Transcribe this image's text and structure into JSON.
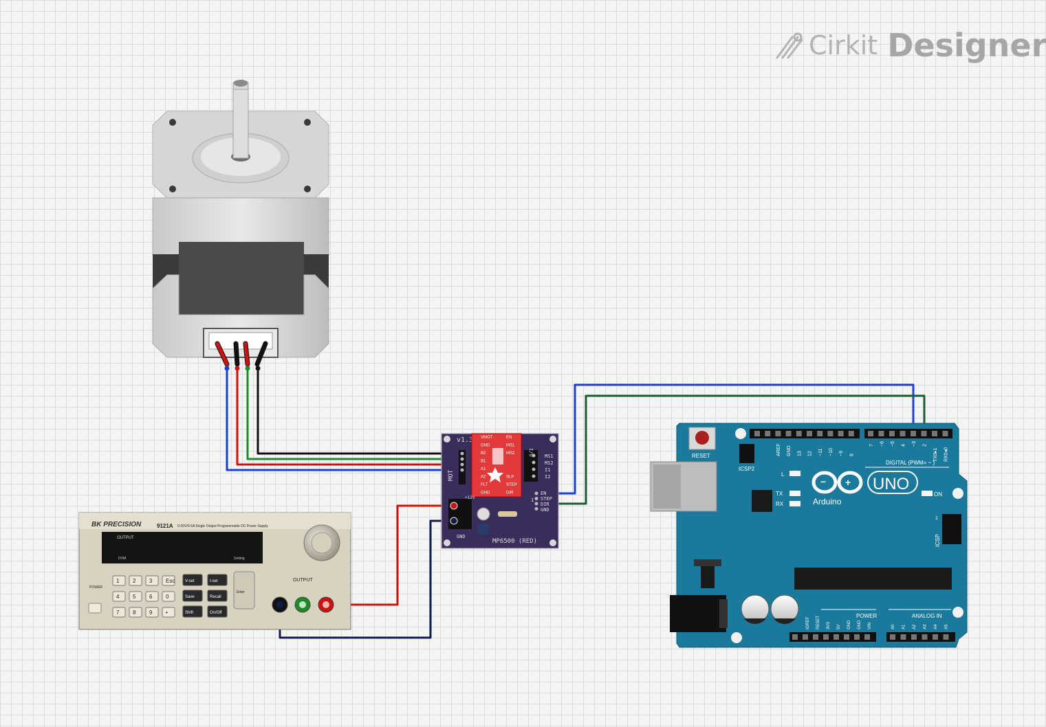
{
  "brand": {
    "name_light": "Cirkit",
    "name_bold": "Designer"
  },
  "driver": {
    "label": "MP6500 (RED)",
    "version": "v1.3",
    "mot": "MOT",
    "gnd": "GND",
    "io": "I/O",
    "dir_num": "1",
    "chip_pins_left": [
      "VMOT",
      "GND",
      "B2",
      "B1",
      "A1",
      "A2",
      "FLT",
      "GND"
    ],
    "chip_pins_right": [
      "EN",
      "MS1",
      "MS2",
      "",
      "",
      "SLP",
      "STEP",
      "DIR"
    ],
    "side_pins": [
      "MS1",
      "MS2",
      "I1",
      "I2"
    ],
    "ctrl_pins": [
      "EN",
      "STEP",
      "DIR",
      "GND"
    ],
    "power_pin": "+12V"
  },
  "psu": {
    "brand": "BK PRECISION",
    "model": "9121A",
    "desc": "0-20V/0-5A  Single  Output  Programmable  DC  Power  Supply",
    "output_label": "OUTPUT",
    "dvm": "DVM",
    "setting": "Setting",
    "output_jacks_label": "OUTPUT",
    "power_label": "POWER",
    "keys_num": [
      "1",
      "2",
      "3",
      "Esc",
      "4",
      "5",
      "6",
      "0",
      "7",
      "8",
      "9",
      "•"
    ],
    "keys_fn": [
      "V-set",
      "I-set",
      "Save",
      "Recall",
      "Shift",
      "On/Off"
    ],
    "enter": "Enter"
  },
  "arduino": {
    "reset": "RESET",
    "icsp2": "ICSP2",
    "icsp": "ICSP",
    "l": "L",
    "tx": "TX",
    "rx": "RX",
    "on": "ON",
    "brand": "Arduino",
    "uno": "UNO",
    "digital": "DIGITAL (PWM= ~ )",
    "top_pins_left": [
      "AREF",
      "GND",
      "13",
      "12",
      "~11",
      "~10",
      "~9",
      "8"
    ],
    "top_pins_right": [
      "7",
      "~6",
      "~5",
      "4",
      "~3",
      "2",
      "TX0▸1",
      "RX0◂0"
    ],
    "power_label": "POWER",
    "analog_label": "ANALOG IN",
    "bottom_power": [
      "IOREF",
      "RESET",
      "3V3",
      "5V",
      "GND",
      "GND",
      "VIN"
    ],
    "bottom_analog": [
      "A0",
      "A1",
      "A2",
      "A3",
      "A4",
      "A5"
    ],
    "icsp_num": "1"
  },
  "colors": {
    "blue": "#1a3fd6",
    "red": "#cc1111",
    "green": "#1e8a2a",
    "black": "#111111",
    "darkgreen": "#1a5c32",
    "navy": "#0d1f4a",
    "board": "#1b7a9c",
    "driver": "#3a2d5c"
  }
}
